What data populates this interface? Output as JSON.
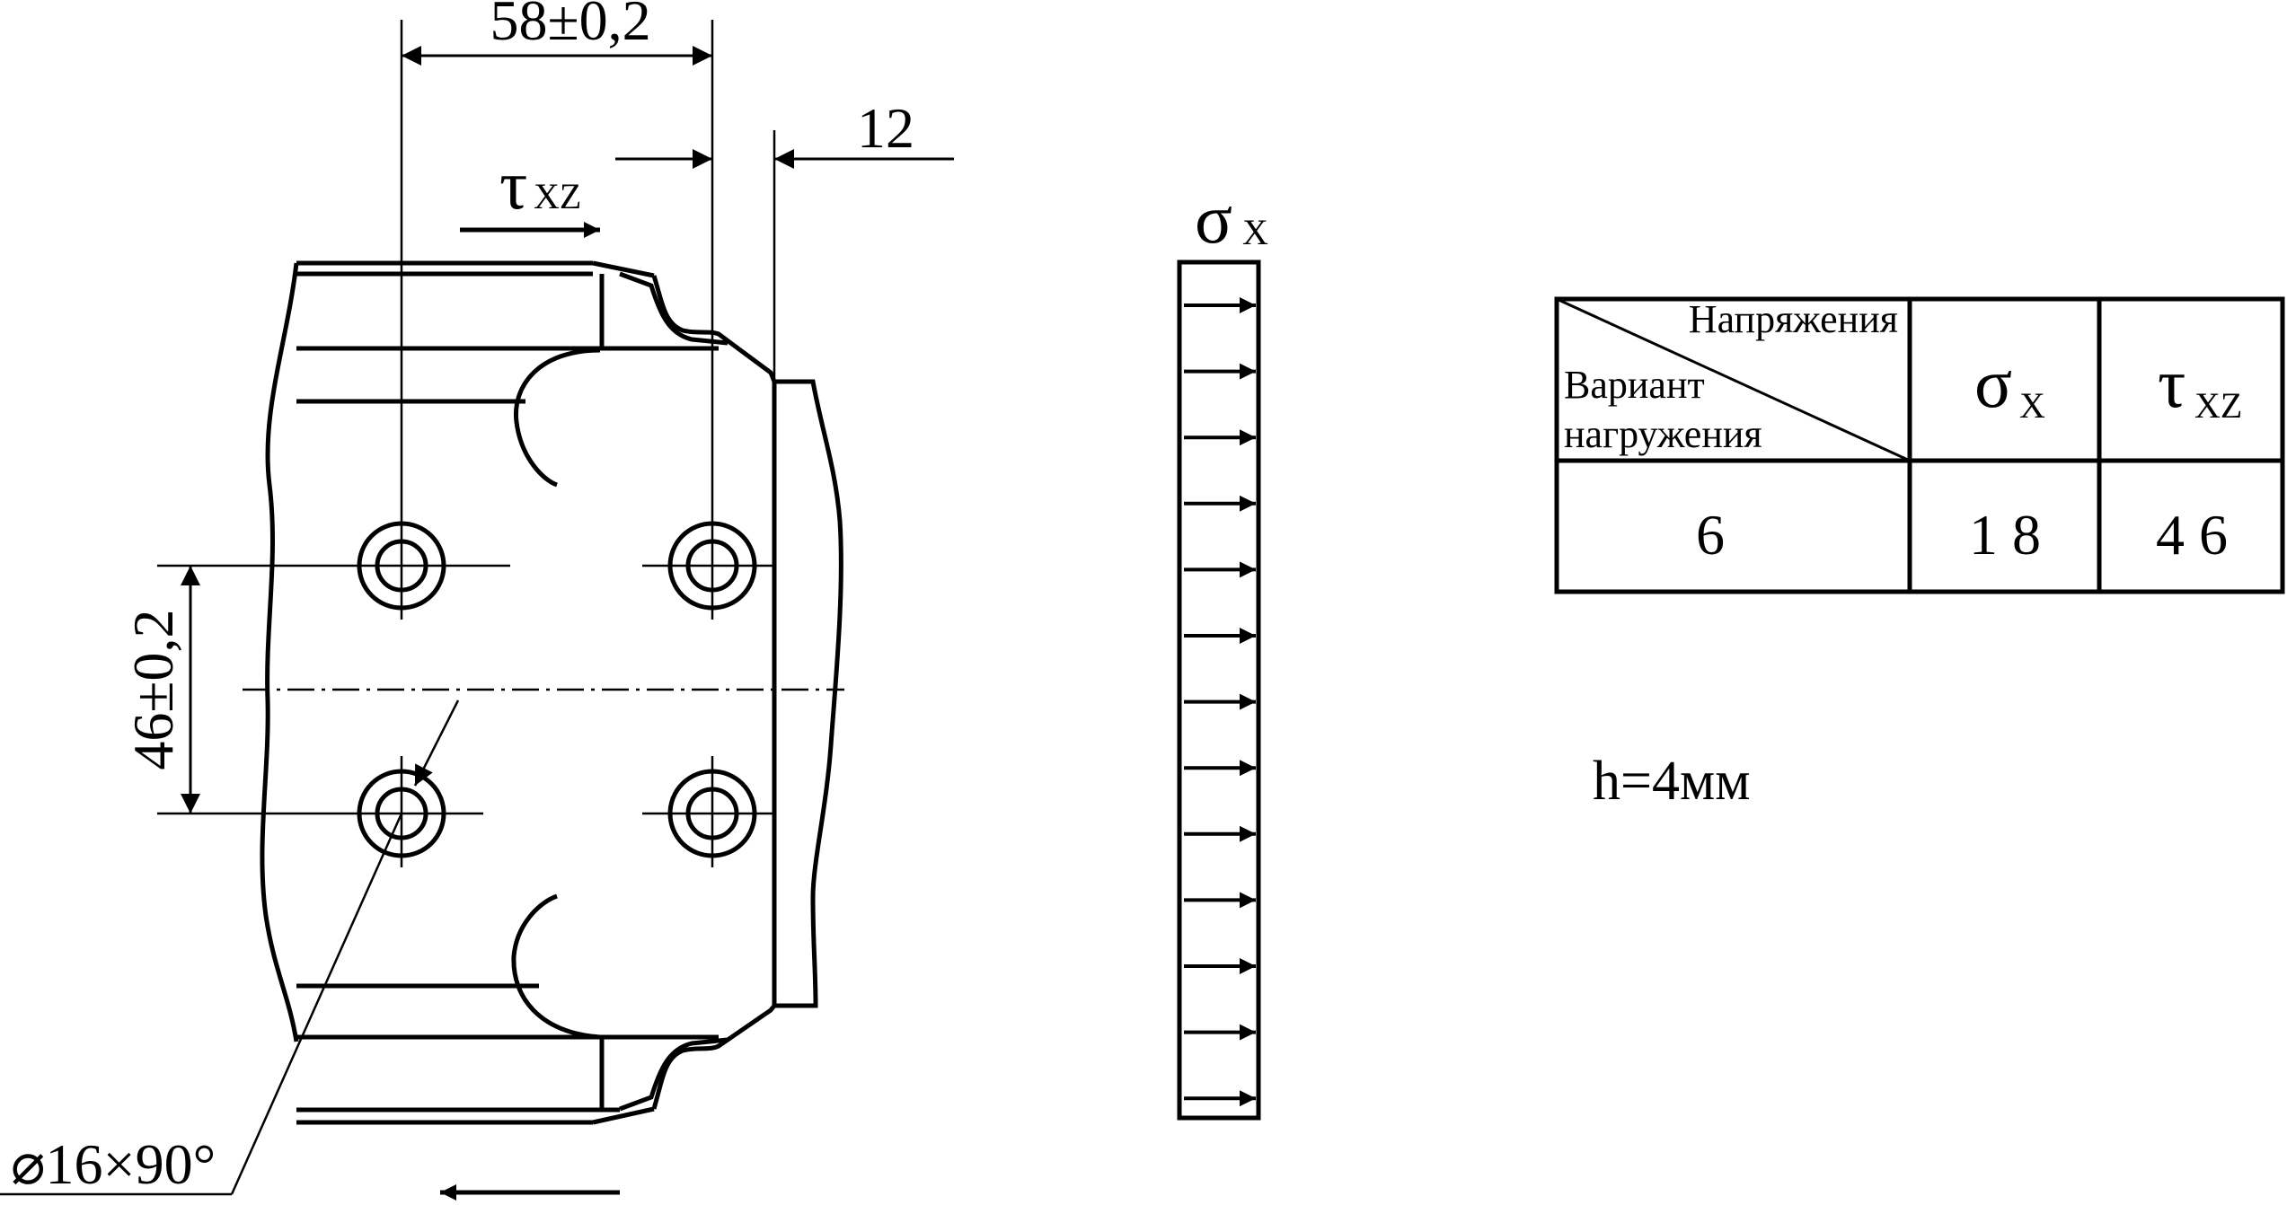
{
  "dimensions": {
    "hole_spacing_horizontal": "58±0,2",
    "edge_offset": "12",
    "hole_spacing_vertical": "46±0,2",
    "hole_callout": "⌀16×90°"
  },
  "labels": {
    "tau_symbol": "τ",
    "tau_subscript": "XZ",
    "sigma_symbol": "σ",
    "sigma_subscript": "X"
  },
  "table": {
    "header_top_right": "Напряжения",
    "header_bottom_left_line1": "Вариант",
    "header_bottom_left_line2": "нагружения",
    "col_sigma_symbol": "σ",
    "col_sigma_sub": "X",
    "col_tau_symbol": "τ",
    "col_tau_sub": "XZ",
    "row": {
      "variant": "6",
      "sigma_value": "1 8",
      "tau_value": "4 6"
    }
  },
  "thickness_note": "h=4мм",
  "colors": {
    "line": "#000000",
    "background": "#ffffff"
  }
}
